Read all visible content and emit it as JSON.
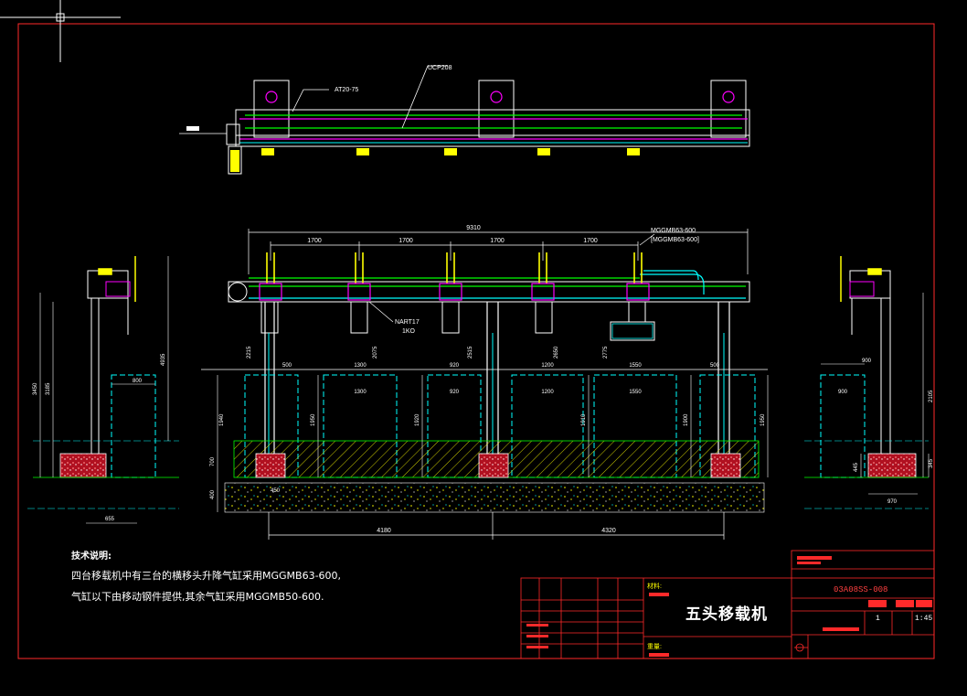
{
  "drawing": {
    "title": "五头移载机",
    "drawing_number": "03A08SS-008",
    "scale": "1:45",
    "sheet": "1",
    "label_material": "材料:",
    "label_weight": "重量:"
  },
  "notes": {
    "heading": "技术说明:",
    "line1": "四台移载机中有三台的横移头升降气缸采用MGGMB63-600,",
    "line2": "气缸以下由移动钢件提供,其余气缸采用MGGMB50-600."
  },
  "callouts": {
    "top_left": "AT20-75",
    "top_mid": "UCP208",
    "cyl_top1": "MGGMB63-600",
    "cyl_top2": "[MGGMB63-600]",
    "bearing1": "NART17",
    "bearing2": "1KO"
  },
  "dims": {
    "overall": "9310",
    "pitch": [
      "1700",
      "1700",
      "1700",
      "1700"
    ],
    "lower_widths": [
      "500",
      "1300",
      "920",
      "1200",
      "1550",
      "500"
    ],
    "lower_labels": [
      "1300",
      "920",
      "1200",
      "1550"
    ],
    "side_left": [
      "3450",
      "3185",
      "4935"
    ],
    "side_right": "2105",
    "heights": [
      "1940",
      "1950",
      "1920",
      "1910",
      "1900",
      "1950"
    ],
    "offsets": [
      "2215",
      "2075",
      "2515",
      "2650",
      "2775"
    ],
    "bottom_left": "4180",
    "bottom_right": "4320",
    "floor": [
      "700",
      "400"
    ],
    "left_width": "800",
    "left_base": "655",
    "right_width": "900",
    "right_base": "970",
    "right_foot": [
      "445",
      "345"
    ],
    "left_foot": "450"
  },
  "colors": {
    "background": "#000000",
    "border": "#ff2a2a",
    "frame": "#ffffff",
    "cylinder": "#ff00ff",
    "rail": "#00ff00",
    "guide": "#00ffff",
    "arm": "#ffff00",
    "footing": "#ff3030"
  }
}
